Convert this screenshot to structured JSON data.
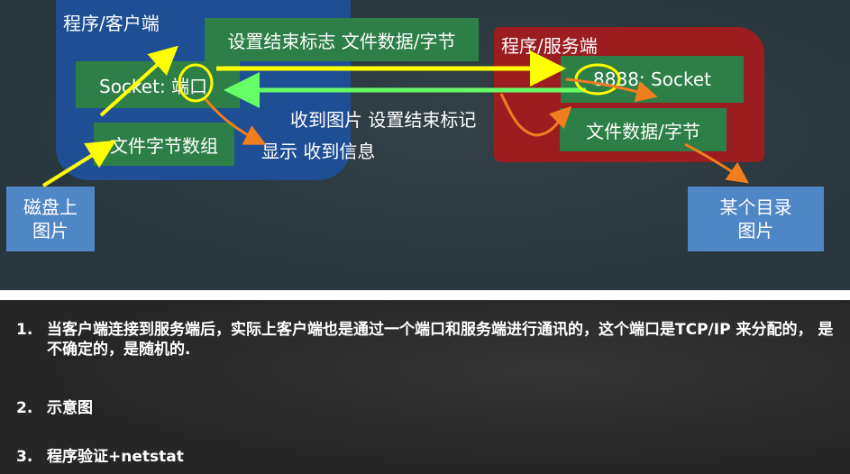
{
  "diagram": {
    "client_label": "程序/客户端",
    "server_label": "程序/服务端",
    "client_socket": "Socket: 端口",
    "server_socket": "8888: Socket",
    "client_bytes": "文件字节数组",
    "server_bytes": "文件数据/字节",
    "send_label": "设置结束标志 文件数据/字节",
    "receive_label": "收到图片 设置结束标记",
    "display_label": "显示 收到信息",
    "disk_image": "磁盘上\n图片",
    "target_dir": "某个目录\n图片",
    "colors": {
      "client_panel": "#1e4f95",
      "server_panel": "#9c1d1f",
      "box_green": "#2e7f47",
      "box_blue": "#4f86c6",
      "arrow_yellow": "#ffff00",
      "arrow_green": "#66ff66",
      "arrow_orange": "#f07d1e"
    }
  },
  "notes": [
    {
      "number": "1.",
      "text": "当客户端连接到服务端后，实际上客户端也是通过一个端口和服务端进行通讯的，这个端口是TCP/IP 来分配的， 是不确定的，是随机的."
    },
    {
      "number": "2.",
      "text": "示意图"
    },
    {
      "number": "3.",
      "text": "程序验证+netstat"
    }
  ]
}
